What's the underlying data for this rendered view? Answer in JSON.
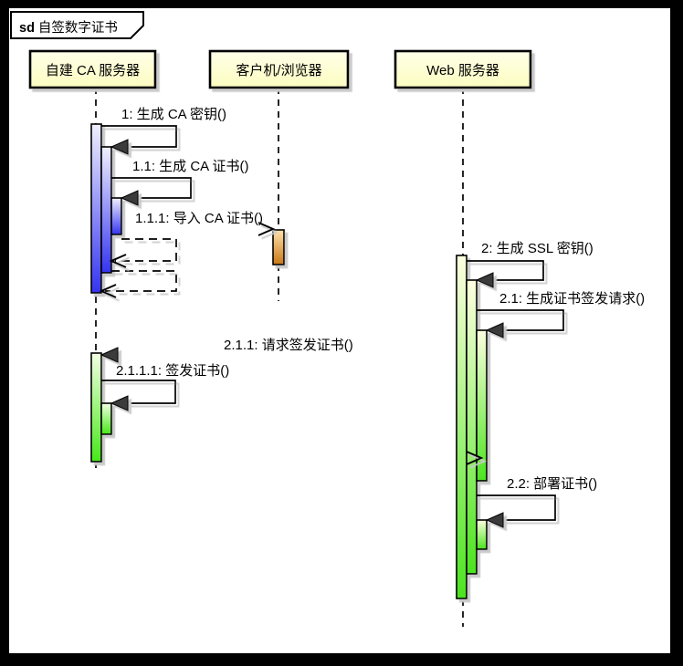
{
  "frame": {
    "keyword": "sd",
    "title": "自签数字证书"
  },
  "participants": [
    {
      "label": "自建 CA 服务器"
    },
    {
      "label": "客户机/浏览器"
    },
    {
      "label": "Web 服务器"
    }
  ],
  "messages": [
    {
      "label": "1: 生成 CA 密钥()"
    },
    {
      "label": "1.1: 生成 CA 证书()"
    },
    {
      "label": "1.1.1: 导入 CA 证书()"
    },
    {
      "label": "2: 生成 SSL 密钥()"
    },
    {
      "label": "2.1: 生成证书签发请求()"
    },
    {
      "label": "2.1.1: 请求签发证书()"
    },
    {
      "label": "2.1.1.1: 签发证书()"
    },
    {
      "label": "2.2: 部署证书()"
    }
  ],
  "colors": {
    "activation_blue_bottom": "#3434F0",
    "activation_blue_top": "#F0F0FF",
    "activation_green_bottom": "#4CE41F",
    "activation_green_top": "#FCFFDF",
    "activation_lime_top": "#F2FFE3",
    "activation_orange_top": "#FFE2AC",
    "activation_orange_bottom": "#C87817",
    "header_fill": "#FDFDC4",
    "line_color": "#000000",
    "shadow_color": "#CACACA",
    "canvas_bg": "#FFFFFF",
    "frame_border": "#000000"
  }
}
